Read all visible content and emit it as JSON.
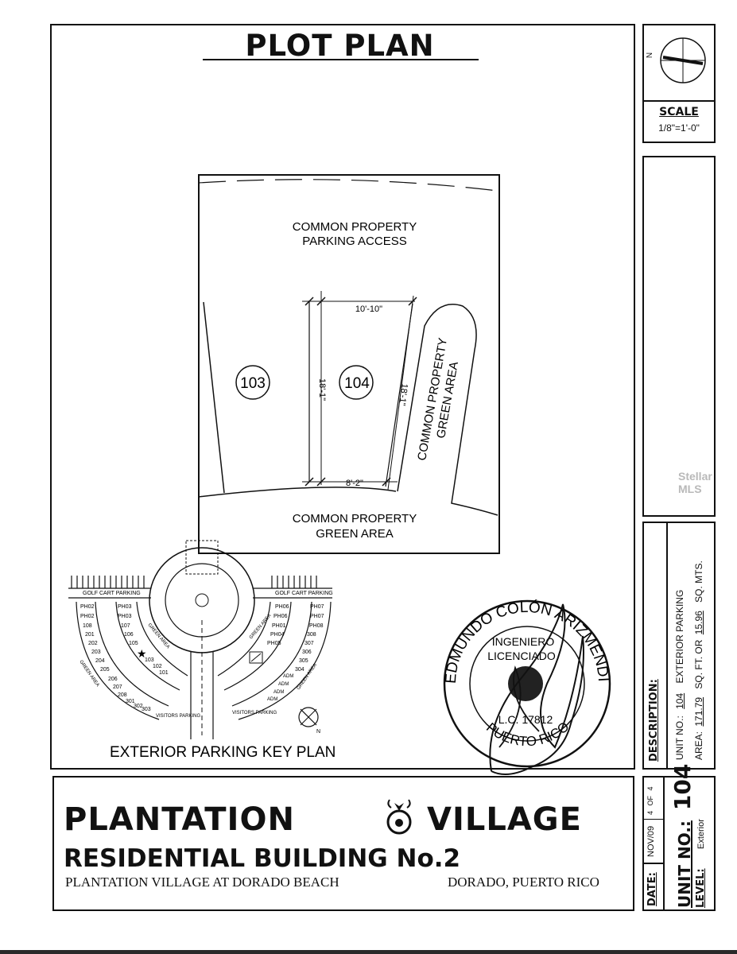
{
  "header": {
    "title": "PLOT PLAN"
  },
  "scale": {
    "heading": "SCALE",
    "value": "1/8\"=1'-0\"",
    "north": "N"
  },
  "plot": {
    "top_label_1": "COMMON PROPERTY",
    "top_label_2": "PARKING ACCESS",
    "bottom_label_1": "COMMON PROPERTY",
    "bottom_label_2": "GREEN AREA",
    "right_label_1": "COMMON PROPERTY",
    "right_label_2": "GREEN AREA",
    "unit_left": "103",
    "unit_center": "104",
    "dim_top": "10'-10\"",
    "dim_bottom": "8'-2\"",
    "dim_left": "18'-1\"",
    "dim_right": "18'-1\""
  },
  "key_plan": {
    "caption": "EXTERIOR PARKING KEY PLAN",
    "golf_cart_left": "GOLF CART PARKING",
    "golf_cart_right": "GOLF CART PARKING",
    "left_col1": [
      "PH02",
      "PH02",
      "108",
      "201",
      "202",
      "203",
      "204",
      "205",
      "206",
      "207"
    ],
    "left_col2": [
      "PH03",
      "PH03",
      "107",
      "106",
      "105"
    ],
    "left_bottom": [
      "103",
      "102",
      "101",
      "208",
      "301",
      "302",
      "303"
    ],
    "right_col1": [
      "PH06",
      "PH06",
      "PH01",
      "PH04",
      "PH05"
    ],
    "right_col2": [
      "PH07",
      "PH07",
      "PH08",
      "308",
      "307",
      "306",
      "305",
      "304"
    ],
    "right_bottom": [
      "ADM",
      "ADM",
      "ADM",
      "ADM"
    ],
    "green_area": "GREEN AREA",
    "visitors_parking": "VISITORS PARKING"
  },
  "stamp": {
    "outer_text": "EDMUNDO COLÓN ARIZMENDI",
    "bottom_text": "PUERTO RICO",
    "title_1": "INGENIERO",
    "title_2": "LICENCIADO",
    "license": "L.C. 17812"
  },
  "description": {
    "heading": "DESCRIPTION:",
    "unit_line_prefix": "UNIT NO.:",
    "unit_no": "104",
    "unit_type": "EXTERIOR PARKING",
    "area_prefix": "AREA:",
    "area_sqft": "171.79",
    "sqft_or": "SQ. FT. OR",
    "area_sqm": "15.96",
    "sqm": "SQ. MTS."
  },
  "title_block": {
    "brand_left": "PLANTATION",
    "brand_right": "VILLAGE",
    "subtitle": "RESIDENTIAL BUILDING No.2",
    "location_left": "PLANTATION VILLAGE AT DORADO BEACH",
    "location_right": "DORADO, PUERTO RICO"
  },
  "sheet_info": {
    "date_label": "DATE:",
    "date_value": "NOV/09",
    "sheet_no": "4",
    "sheet_of": "OF",
    "sheet_total": "4",
    "unit_label": "UNIT NO.:",
    "unit_value": "104",
    "level_label": "LEVEL:",
    "level_value": "Exterior"
  },
  "watermark": "Stellar MLS"
}
